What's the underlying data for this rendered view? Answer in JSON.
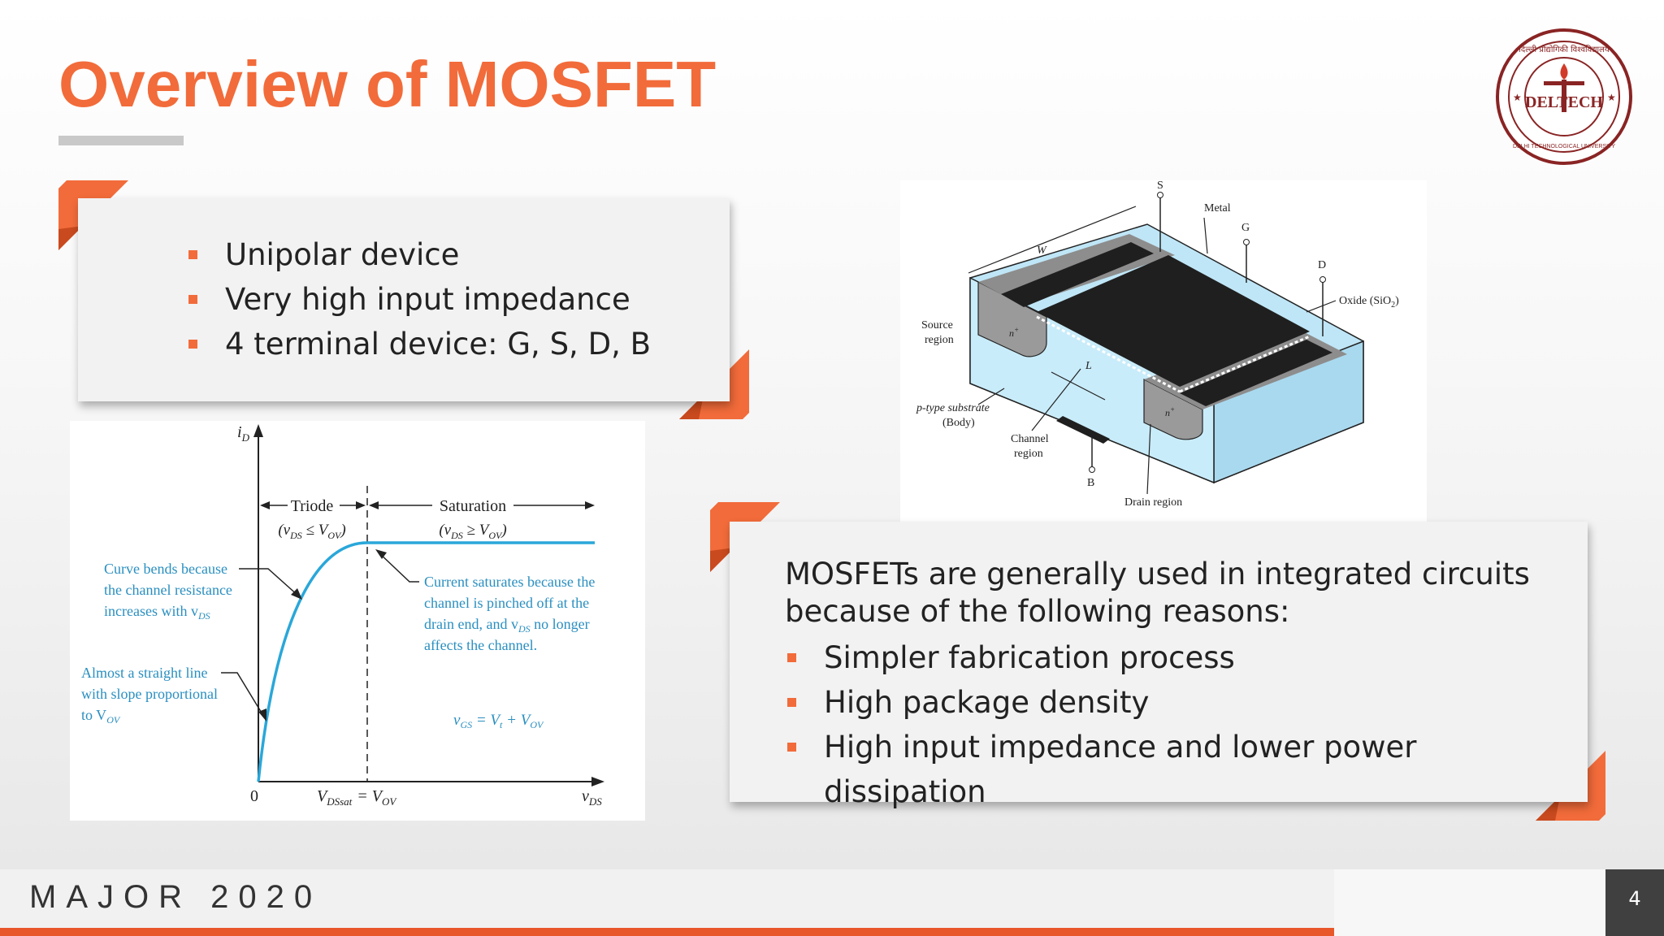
{
  "slide": {
    "title": "Overview of MOSFET",
    "footer_text": "MAJOR 2020",
    "page_number": "4",
    "accent_color": "#f26b3a"
  },
  "card_left": {
    "bullets": [
      "Unipolar device",
      "Very high input impedance",
      "4 terminal device: G, S, D, B"
    ]
  },
  "card_right": {
    "intro_line1": "MOSFETs are generally used in integrated circuits",
    "intro_line2": "because of the following reasons:",
    "bullets": [
      "Simpler fabrication process",
      "High package density",
      "High input impedance and lower power dissipation"
    ]
  },
  "iv_graph": {
    "y_axis_label": "i",
    "y_axis_sub": "D",
    "x_axis_label": "v",
    "x_axis_sub": "DS",
    "origin_label": "0",
    "vdssat_label": "V",
    "vdssat_sub": "DSsat",
    "vov_label": "= V",
    "vov_sub": "OV",
    "triode_label": "Triode",
    "triode_cond": "(v",
    "triode_cond_sub": "DS",
    "triode_cond_rest": " ≤ V",
    "triode_cond_sub2": "OV",
    "saturation_label": "Saturation",
    "saturation_cond": "(v",
    "saturation_cond_sub": "DS",
    "saturation_cond_rest": " ≥ V",
    "saturation_cond_sub2": "OV",
    "note_curve_bends": [
      "Curve bends because",
      "the channel resistance",
      "increases with v"
    ],
    "note_curve_bends_sub": "DS",
    "note_straight": [
      "Almost a straight line",
      "with slope proportional",
      "to V"
    ],
    "note_straight_sub": "OV",
    "note_saturates": [
      "Current saturates because the",
      "channel is pinched off at the",
      "drain end, and v",
      "affects the channel."
    ],
    "note_saturates_sub": "DS",
    "note_saturates_rest": " no longer",
    "vgs_eq": "v",
    "vgs_eq_sub": "GS",
    "vgs_eq_rest": " = V",
    "vgs_eq_sub2": "t",
    "vgs_eq_rest2": " + V",
    "vgs_eq_sub3": "OV"
  },
  "mosfet_structure": {
    "label_s": "S",
    "label_g": "G",
    "label_d": "D",
    "label_b": "B",
    "label_metal": "Metal",
    "label_oxide": "Oxide (SiO",
    "label_oxide_sub": "2",
    "label_oxide_end": ")",
    "label_w": "W",
    "label_l": "L",
    "label_source": [
      "Source",
      "region"
    ],
    "label_substrate": [
      "p-type substrate",
      "(Body)"
    ],
    "label_channel": [
      "Channel",
      "region"
    ],
    "label_drain": "Drain region",
    "label_nplus": "n",
    "label_nplus_sup": "+"
  },
  "logo": {
    "text_main": "DELTECH",
    "text_top": "दिल्ली प्रौद्योगिकी विश्वविद्यालय",
    "text_bottom": "DELHI TECHNOLOGICAL UNIVERSITY"
  }
}
